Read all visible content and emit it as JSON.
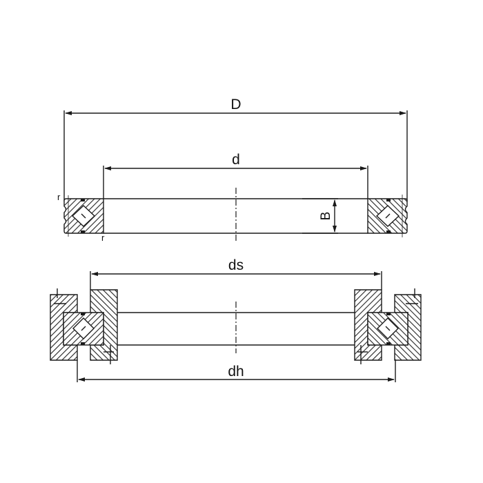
{
  "diagram": {
    "title": "Crossed roller bearing dimension drawing",
    "colors": {
      "line": "#1a1a1a",
      "hatch": "#222222",
      "background": "#ffffff"
    },
    "top_view": {
      "labels": {
        "outer_diameter": "D",
        "inner_diameter": "d",
        "width": "B",
        "radius_top": "r",
        "radius_bottom": "r"
      }
    },
    "bottom_view": {
      "labels": {
        "shaft_diameter": "ds",
        "housing_diameter": "dh"
      }
    }
  }
}
